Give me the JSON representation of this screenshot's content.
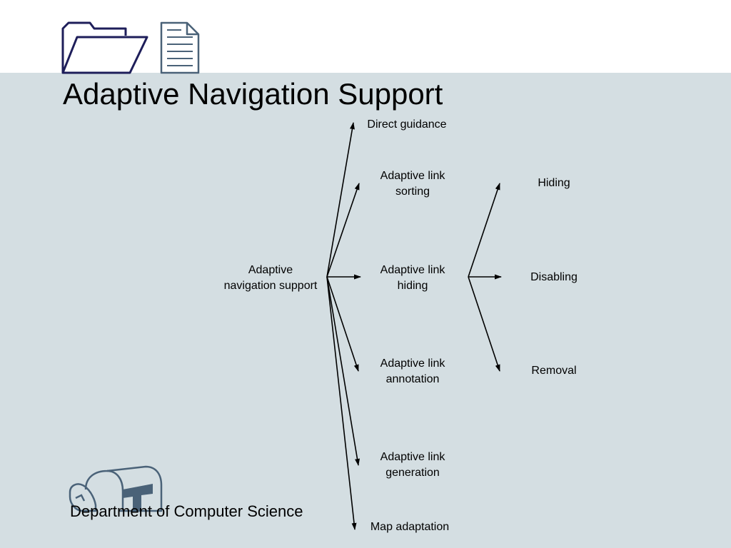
{
  "slide": {
    "title": "Adaptive Navigation Support",
    "footer": "Department of Computer Science"
  },
  "icons": {
    "folder": "folder-icon",
    "document": "document-icon",
    "mailbox": "mailbox-icon"
  },
  "colors": {
    "background": "#d4dee2",
    "top_band": "#ffffff",
    "icon_navy": "#1e1e5a",
    "icon_slate": "#4a6278",
    "text": "#000000"
  },
  "diagram": {
    "root": {
      "line1": "Adaptive",
      "line2": "navigation support"
    },
    "branches": [
      {
        "line1": "Direct guidance",
        "line2": ""
      },
      {
        "line1": "Adaptive link",
        "line2": "sorting"
      },
      {
        "line1": "Adaptive link",
        "line2": "hiding"
      },
      {
        "line1": "Adaptive link",
        "line2": "annotation"
      },
      {
        "line1": "Adaptive link",
        "line2": "generation"
      },
      {
        "line1": "Map adaptation",
        "line2": ""
      }
    ],
    "hiding_children": [
      {
        "label": "Hiding"
      },
      {
        "label": "Disabling"
      },
      {
        "label": "Removal"
      }
    ]
  }
}
